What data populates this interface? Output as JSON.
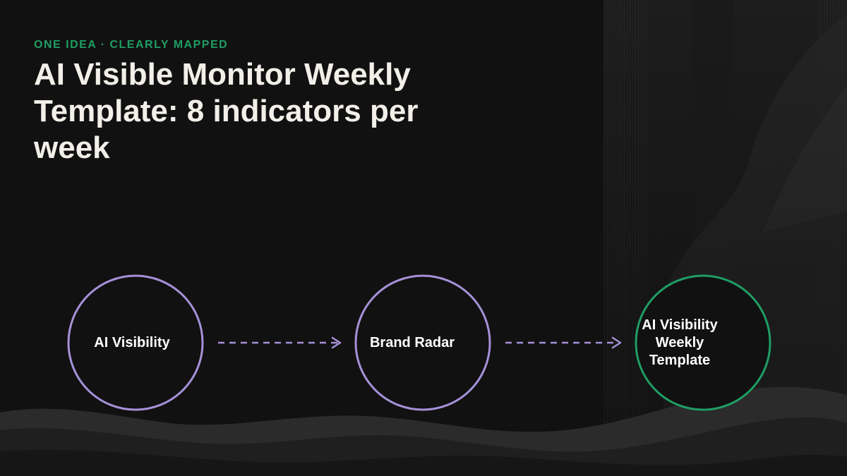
{
  "header": {
    "eyebrow": "ONE IDEA · CLEARLY MAPPED",
    "title": "AI Visible Monitor Weekly Template: 8 indicators per week"
  },
  "nodes": [
    {
      "id": "node-ai-visibility",
      "label": "AI Visibility",
      "ring_color": "#a591d8"
    },
    {
      "id": "node-brand-radar",
      "label": "Brand Radar",
      "ring_color": "#a591d8"
    },
    {
      "id": "node-weekly-template",
      "label": "AI Visibility\nWeekly\nTemplate",
      "ring_color": "#1f9d63"
    }
  ],
  "edges": [
    {
      "from": "node-ai-visibility",
      "to": "node-brand-radar",
      "style": "dashed",
      "color": "#a591d8"
    },
    {
      "from": "node-brand-radar",
      "to": "node-weekly-template",
      "style": "dashed",
      "color": "#a591d8"
    }
  ],
  "colors": {
    "background": "#111111",
    "accent_green": "#1f9d63",
    "accent_purple": "#a591d8",
    "title_text": "#f2efe9"
  }
}
